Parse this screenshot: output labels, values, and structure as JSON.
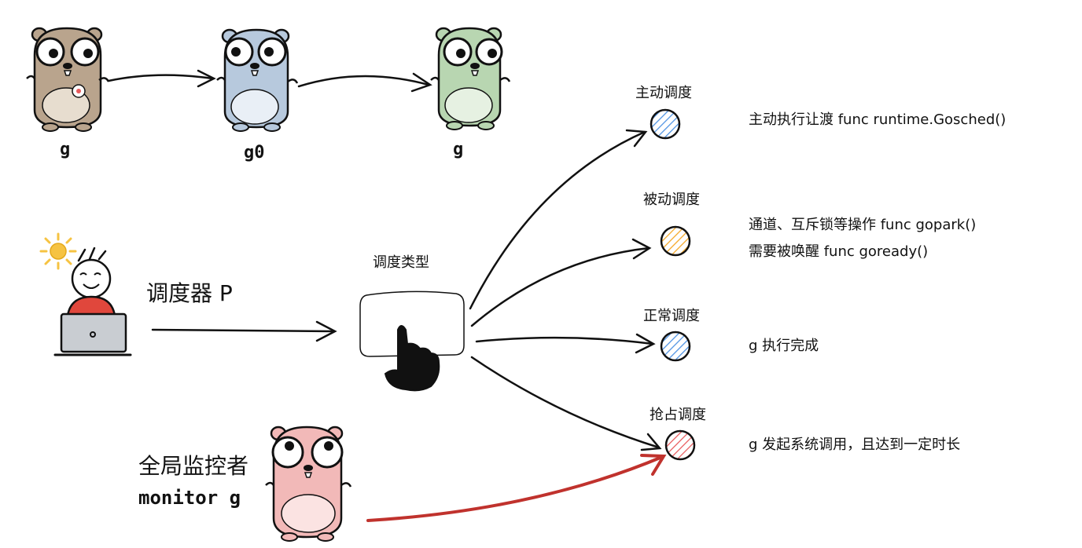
{
  "gophers": {
    "g1_label": "g",
    "g0_label": "g0",
    "g2_label": "g"
  },
  "scheduler": {
    "label": "调度器 P"
  },
  "center": {
    "label": "调度类型"
  },
  "types": [
    {
      "name": "主动调度",
      "desc_lines": [
        "主动执行让渡   func runtime.Gosched()"
      ],
      "color": "#4a90e2"
    },
    {
      "name": "被动调度",
      "desc_lines": [
        "通道、互斥锁等操作   func gopark()",
        "需要被唤醒   func goready()"
      ],
      "color": "#f5a623"
    },
    {
      "name": "正常调度",
      "desc_lines": [
        "g 执行完成"
      ],
      "color": "#4a90e2"
    },
    {
      "name": "抢占调度",
      "desc_lines": [
        "g 发起系统调用，且达到一定时长"
      ],
      "color": "#e8595b"
    }
  ],
  "monitor": {
    "line1": "全局监控者",
    "line2": "monitor g"
  },
  "colors": {
    "ink": "#111111",
    "gopher_brown": "#b9a48d",
    "gopher_blue": "#b7c9dd",
    "gopher_green": "#b8d6b1",
    "gopher_pink": "#f2b9b8",
    "sun": "#f6c342",
    "shirt_red": "#e0473c",
    "laptop": "#c9cdd2",
    "monitor_arrow": "#c0322d"
  }
}
